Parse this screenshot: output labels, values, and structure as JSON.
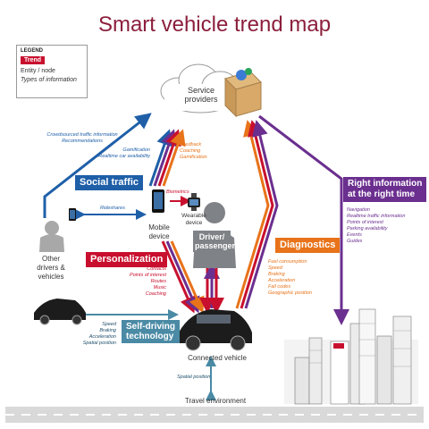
{
  "title": "Smart vehicle trend map",
  "legend": {
    "title": "LEGEND",
    "trend": "Trend",
    "entity": "Entity / node",
    "info": "Types of information"
  },
  "nodes": {
    "service_providers": [
      "Service",
      "providers"
    ],
    "mobile_device": [
      "Mobile",
      "device"
    ],
    "wearable_device": [
      "Wearable",
      "device"
    ],
    "driver": [
      "Driver/",
      "passenger"
    ],
    "other_drivers": [
      "Other",
      "drivers &",
      "vehicles"
    ],
    "connected_vehicle": "Connected vehicle",
    "travel_environment": "Travel environment"
  },
  "trends": {
    "social_traffic": "Social traffic",
    "personalization": "Personalization",
    "self_driving": [
      "Self-driving",
      "technology"
    ],
    "diagnostics": "Diagnostics",
    "right_information": [
      "Right information",
      "at the right time"
    ]
  },
  "info": {
    "crowdsourced": [
      "Crowdsourced traffic information",
      "Recommendations"
    ],
    "gamification_blue": [
      "Gamification",
      "Realtime car availability"
    ],
    "feedback": [
      "Feedback",
      "Coaching",
      "Gamification"
    ],
    "biometrics": "Biometrics",
    "rideshares": "Rideshares",
    "personalization": [
      "Contacts",
      "Points of interest",
      "Routes",
      "Music",
      "Coaching"
    ],
    "diagnostics": [
      "Fuel consumption",
      "Speed",
      "Braking",
      "Acceleration",
      "Fail codes",
      "Geographic position"
    ],
    "right_info": [
      "Navigation",
      "Realtime traffic information",
      "Points of interest",
      "Parking availability",
      "Events",
      "Guides"
    ],
    "self_driving": [
      "Speed",
      "Braking",
      "Acceleration",
      "Spatial position"
    ],
    "spatial_position": "Spatial position"
  },
  "colors": {
    "title": "#8b1f3c",
    "social_traffic": "#1f5fa8",
    "personalization": "#c8102e",
    "self_driving": "#4a8aa5",
    "diagnostics": "#e8731a",
    "right_information": "#6b2f8f",
    "entity_gray": "#8a8a8a"
  },
  "icons": {
    "service_providers": "cloud-with-box-icon",
    "mobile_device": "smartphone-icon",
    "wearable_device": "smartwatch-icon",
    "driver": "person-silhouette-icon",
    "other_drivers": "person-silhouette-icon",
    "cars": "car-icon",
    "city": "city-skyline-icon"
  }
}
